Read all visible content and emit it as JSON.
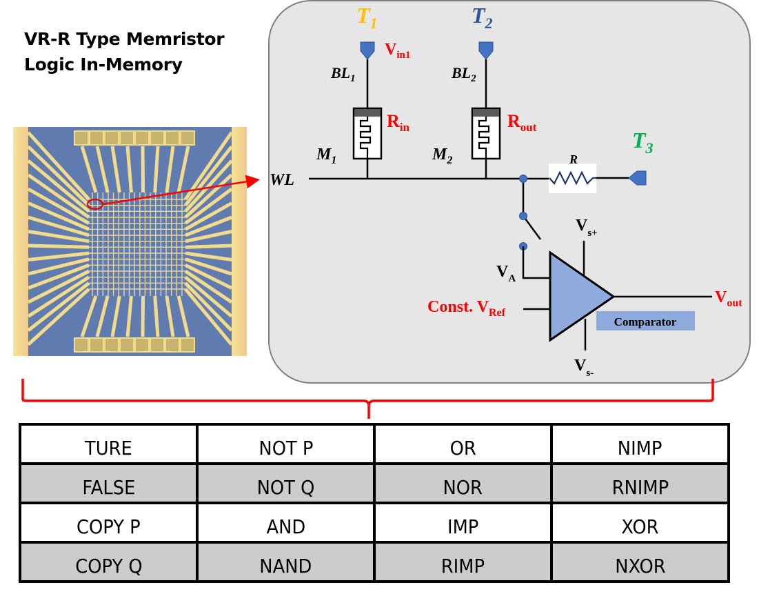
{
  "title": {
    "line1": "VR-R Type Memristor",
    "line2": "Logic In-Memory"
  },
  "image": {
    "description": "Optical micrograph of memristor crossbar array chip with gold pads"
  },
  "circuit": {
    "terminals": {
      "t1": {
        "label": "T",
        "sub": "1",
        "color": "#ffc000"
      },
      "t2": {
        "label": "T",
        "sub": "2",
        "color": "#2f5597"
      },
      "t3": {
        "label": "T",
        "sub": "3",
        "color": "#00b050"
      }
    },
    "vin1": {
      "label": "V",
      "sub": "in1"
    },
    "bl1": {
      "label": "BL",
      "sub": "1"
    },
    "bl2": {
      "label": "BL",
      "sub": "2"
    },
    "rin": {
      "label": "R",
      "sub": "in"
    },
    "rout": {
      "label": "R",
      "sub": "out"
    },
    "m1": {
      "label": "M",
      "sub": "1"
    },
    "m2": {
      "label": "M",
      "sub": "2"
    },
    "wl": {
      "label": "WL"
    },
    "r": {
      "label": "R"
    },
    "vs_plus": {
      "label": "V",
      "sub": "s+"
    },
    "vs_minus": {
      "label": "V",
      "sub": "s-"
    },
    "va": {
      "label": "V",
      "sub": "A"
    },
    "vref": {
      "label": "Const. V",
      "sub": "Ref"
    },
    "vout": {
      "label": "V",
      "sub": "out"
    },
    "comparator": {
      "label": "Comparator"
    },
    "colors": {
      "red_label": "#ff0000",
      "terminal_fill": "#4472c4",
      "comparator_fill": "#8faadc",
      "panel_bg": "#e6e6e6"
    }
  },
  "table": {
    "rows": [
      [
        "TURE",
        "NOT P",
        "OR",
        "NIMP"
      ],
      [
        "FALSE",
        "NOT Q",
        "NOR",
        "RNIMP"
      ],
      [
        "COPY P",
        "AND",
        "IMP",
        "XOR"
      ],
      [
        "COPY Q",
        "NAND",
        "RIMP",
        "NXOR"
      ]
    ]
  }
}
